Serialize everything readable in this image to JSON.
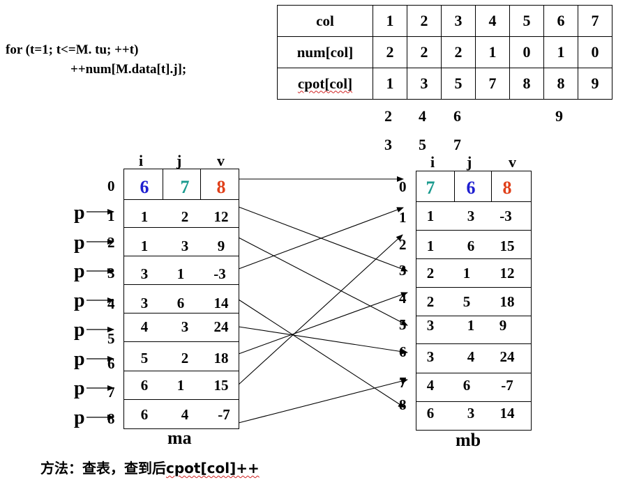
{
  "code": {
    "line1": "for (t=1; t<=M. tu; ++t)",
    "line2": "++num[M.data[t].j];"
  },
  "col_table": {
    "row_labels": [
      "col",
      "num[col]",
      "cpot[col]"
    ],
    "col": [
      "1",
      "2",
      "3",
      "4",
      "5",
      "6",
      "7"
    ],
    "num": [
      "2",
      "2",
      "2",
      "1",
      "0",
      "1",
      "0"
    ],
    "cpot": [
      "1",
      "3",
      "5",
      "7",
      "8",
      "8",
      "9"
    ],
    "extra_row1": [
      "2",
      "4",
      "6",
      "",
      "",
      "9",
      ""
    ],
    "extra_row2": [
      "3",
      "5",
      "7",
      "",
      "",
      "",
      ""
    ]
  },
  "ma": {
    "name": "ma",
    "headers": [
      "i",
      "j",
      "v"
    ],
    "index_labels": [
      "0",
      "1",
      "2",
      "3",
      "4",
      "5",
      "6",
      "7",
      "8"
    ],
    "header_row": [
      "6",
      "7",
      "8"
    ],
    "rows": [
      [
        "1",
        "2",
        "12"
      ],
      [
        "1",
        "3",
        "9"
      ],
      [
        "3",
        "1",
        "-3"
      ],
      [
        "3",
        "6",
        "14"
      ],
      [
        "4",
        "3",
        "24"
      ],
      [
        "5",
        "2",
        "18"
      ],
      [
        "6",
        "1",
        "15"
      ],
      [
        "6",
        "4",
        "-7"
      ]
    ],
    "pointer_label": "p"
  },
  "mb": {
    "name": "mb",
    "headers": [
      "i",
      "j",
      "v"
    ],
    "index_labels": [
      "0",
      "1",
      "2",
      "3",
      "4",
      "5",
      "6",
      "7",
      "8"
    ],
    "header_row": [
      "7",
      "6",
      "8"
    ],
    "rows": [
      [
        "1",
        "3",
        "-3"
      ],
      [
        "1",
        "6",
        "15"
      ],
      [
        "2",
        "1",
        "12"
      ],
      [
        "2",
        "5",
        "18"
      ],
      [
        "3",
        "1",
        "9"
      ],
      [
        "3",
        "4",
        "24"
      ],
      [
        "4",
        "6",
        "-7"
      ],
      [
        "6",
        "3",
        "14"
      ]
    ]
  },
  "footer": {
    "text_prefix": "方法：查表，查到后",
    "text_code": "cpot[col]++"
  },
  "colors": {
    "blue": "#1f1fd0",
    "teal": "#1a9a8e",
    "red": "#e0401a"
  }
}
